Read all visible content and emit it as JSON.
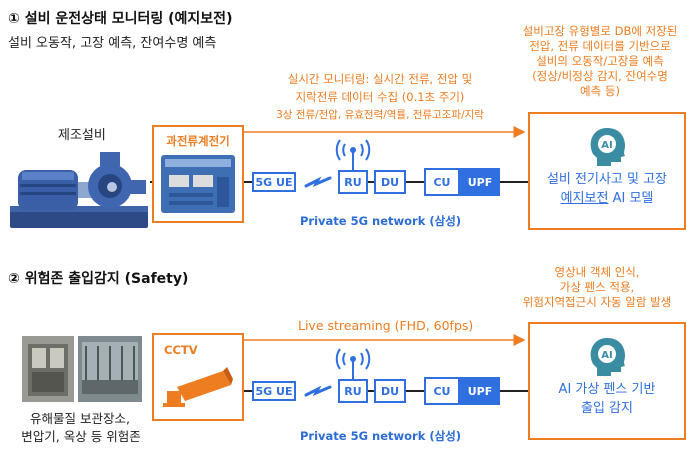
{
  "section1": {
    "title": "① 설비 운전상태 모니터링 (예지보전)",
    "subtitle": "설비 오동작, 고장 예측, 잔여수명 예측",
    "equipment_label": "제조설비",
    "device_label": "과전류계전기",
    "stream_line1": "실시간 모니터링: 실시간 전류, 전압 및",
    "stream_line2": "지락전류 데이터 수집 (0.1초 주기)",
    "stream_line3": "3상 전류/전압, 유효전력/역률, 전류고조파/지락",
    "ai_note": [
      "설비고장 유형별로 DB에 저장된",
      "전압, 전류 데이터를 기반으로",
      "설비의 오동작/고장을 예측",
      "(정상/비정상 감지, 잔여수명",
      "예측 등)"
    ],
    "ai_line1": "설비 전기사고 및 고장",
    "ai_line2_underlined": "예지보전",
    "ai_line2_rest": " AI 모델",
    "network_label": "Private 5G network (삼성)"
  },
  "section2": {
    "title": "② 위험존 출입감지 (Safety)",
    "camera_label": "CCTV",
    "stream_label": "Live streaming (FHD, 60fps)",
    "zone_line1": "유해물질 보관장소,",
    "zone_line2": "변압기, 옥상 등 위험존",
    "ai_note": [
      "영상내 객체 인식,",
      "가상 펜스 적용,",
      "위험지역접근시 자동 알람 발생"
    ],
    "ai_line1": "AI 가상 펜스 기반",
    "ai_line2": "출입 감지",
    "network_label": "Private 5G network (삼성)"
  },
  "network_nodes": {
    "ue": "5G UE",
    "ru": "RU",
    "du": "DU",
    "cu": "CU",
    "upf": "UPF"
  },
  "ai_badge": "AI",
  "colors": {
    "accent_orange": "#ee7d22",
    "network_blue": "#2f6fe0",
    "ai_teal": "#3a8ca3"
  }
}
